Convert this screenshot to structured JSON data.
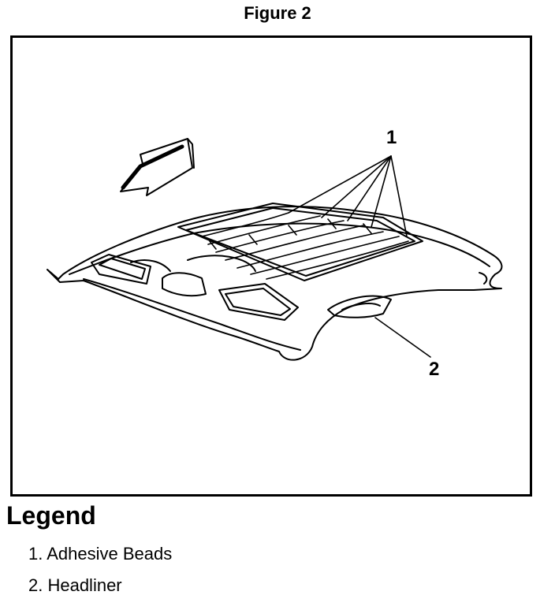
{
  "figure": {
    "title": "Figure 2"
  },
  "callouts": {
    "c1": "1",
    "c2": "2"
  },
  "legend": {
    "title": "Legend",
    "items": [
      {
        "label": "1. Adhesive Beads"
      },
      {
        "label": "2. Headliner"
      }
    ]
  }
}
